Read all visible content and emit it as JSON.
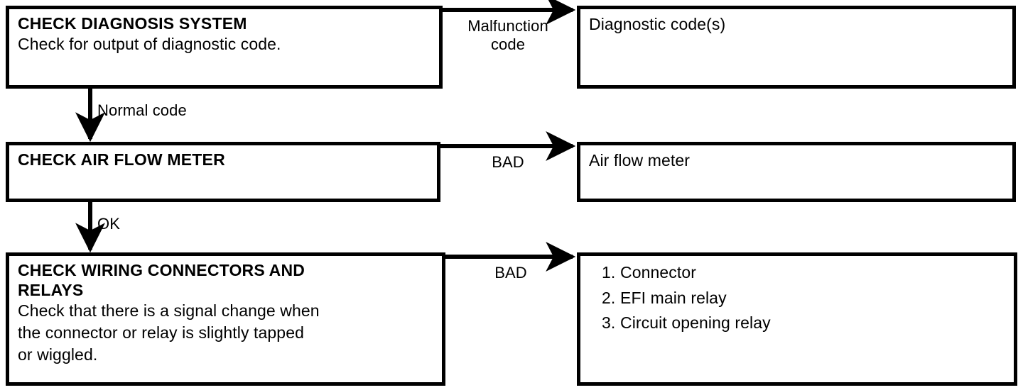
{
  "diagram": {
    "type": "troubleshooting-flowchart",
    "background_color": "#ffffff",
    "line_color": "#000000",
    "steps": [
      {
        "id": "check-diagnosis-system",
        "title": "CHECK DIAGNOSIS SYSTEM",
        "body": "Check for output of diagnostic code.",
        "branch_label": "Malfunction\ncode",
        "result_title": "Diagnostic code(s)"
      },
      {
        "id": "check-air-flow-meter",
        "title": "CHECK AIR FLOW METER",
        "body": "",
        "branch_label": "BAD",
        "result_title": "Air flow meter"
      },
      {
        "id": "check-wiring-connectors-and-relays",
        "title": "CHECK WIRING CONNECTORS AND\nRELAYS",
        "body": "Check that there is a signal change when\nthe connector or relay is slightly tapped\nor wiggled.",
        "branch_label": "BAD",
        "result_items": [
          {
            "num": "1.",
            "text": "Connector"
          },
          {
            "num": "2.",
            "text": "EFI main relay"
          },
          {
            "num": "3.",
            "text": "Circuit opening relay"
          }
        ]
      }
    ],
    "vertical_labels": [
      {
        "id": "normal-code",
        "label": "Normal code"
      },
      {
        "id": "ok",
        "label": "OK"
      }
    ]
  }
}
